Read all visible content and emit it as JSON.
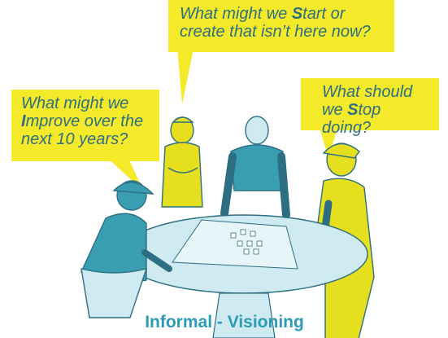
{
  "bubbles": {
    "start": {
      "line1_pre": "What might we ",
      "line1_em": "S",
      "line1_post": "tart or",
      "line2": "create that isn’t here now?"
    },
    "improve": {
      "line1": "What might we",
      "line2_em": "I",
      "line2_post": "mprove over the",
      "line3": "next 10 years?"
    },
    "stop": {
      "line1": "What should",
      "line2_pre": "we ",
      "line2_em": "S",
      "line2_post": "top doing?"
    }
  },
  "caption": "Informal - Visioning",
  "colors": {
    "bubble": "#f4ea2a",
    "bubble_text": "#2d6f82",
    "teal": "#3a9eb2",
    "table_fill": "#cfeaf1",
    "yellow_figure": "#e6df1e",
    "outline": "#2d6f82"
  }
}
